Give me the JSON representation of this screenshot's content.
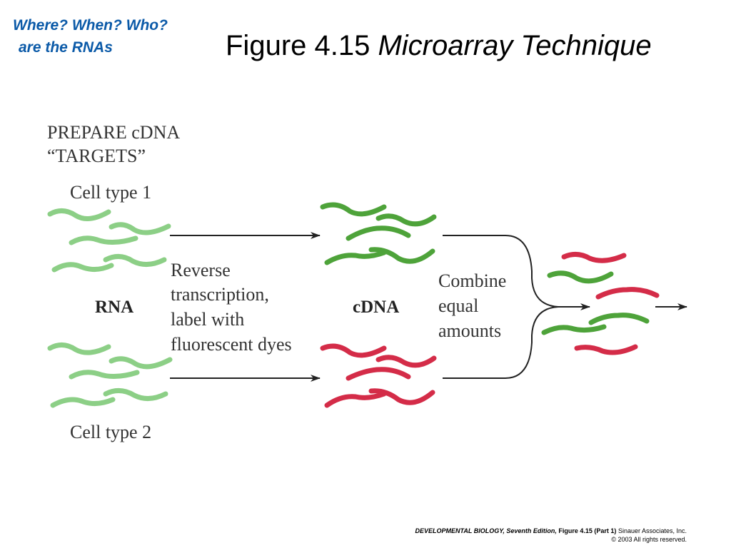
{
  "slide": {
    "note_line1": "Where? When? Who?",
    "note_line2": "are the RNAs",
    "title_plain": "Figure 4.15 ",
    "title_italic": "Microarray Technique"
  },
  "diagram": {
    "heading_line1": "PREPARE cDNA",
    "heading_line2": "“TARGETS”",
    "cell_type_1": "Cell type 1",
    "cell_type_2": "Cell type 2",
    "rna_label": "RNA",
    "cdna_label": "cDNA",
    "step1_line1": "Reverse",
    "step1_line2": "transcription,",
    "step1_line3": "label with",
    "step1_line4": "fluorescent dyes",
    "step2_line1": "Combine",
    "step2_line2": "equal",
    "step2_line3": "amounts",
    "colors": {
      "rna": "#8ccf86",
      "green_dye": "#4ea33a",
      "red_dye": "#d42c48",
      "arrow": "#222222"
    }
  },
  "footer": {
    "book": "DEVELOPMENTAL BIOLOGY, Seventh Edition,",
    "figure": " Figure 4.15 (Part 1)",
    "publisher": " Sinauer Associates, Inc.",
    "copyright": "© 2003 All rights reserved."
  }
}
